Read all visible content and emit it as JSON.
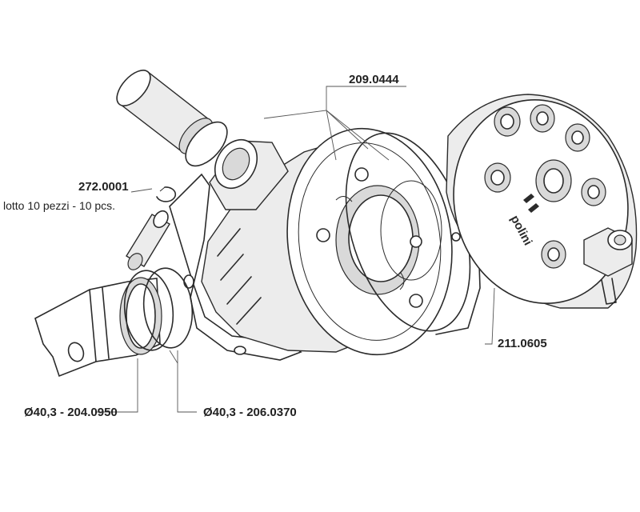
{
  "parts": {
    "gasket_set": {
      "code": "209.0444"
    },
    "circlip": {
      "code": "272.0001",
      "note": "lotto 10 pezzi - 10 pcs."
    },
    "cylinder_head": {
      "code": "211.0605",
      "brand": "polini"
    },
    "piston": {
      "code": "Ø40,3 - 204.0950"
    },
    "piston_rings": {
      "code": "Ø40,3 - 206.0370"
    }
  }
}
